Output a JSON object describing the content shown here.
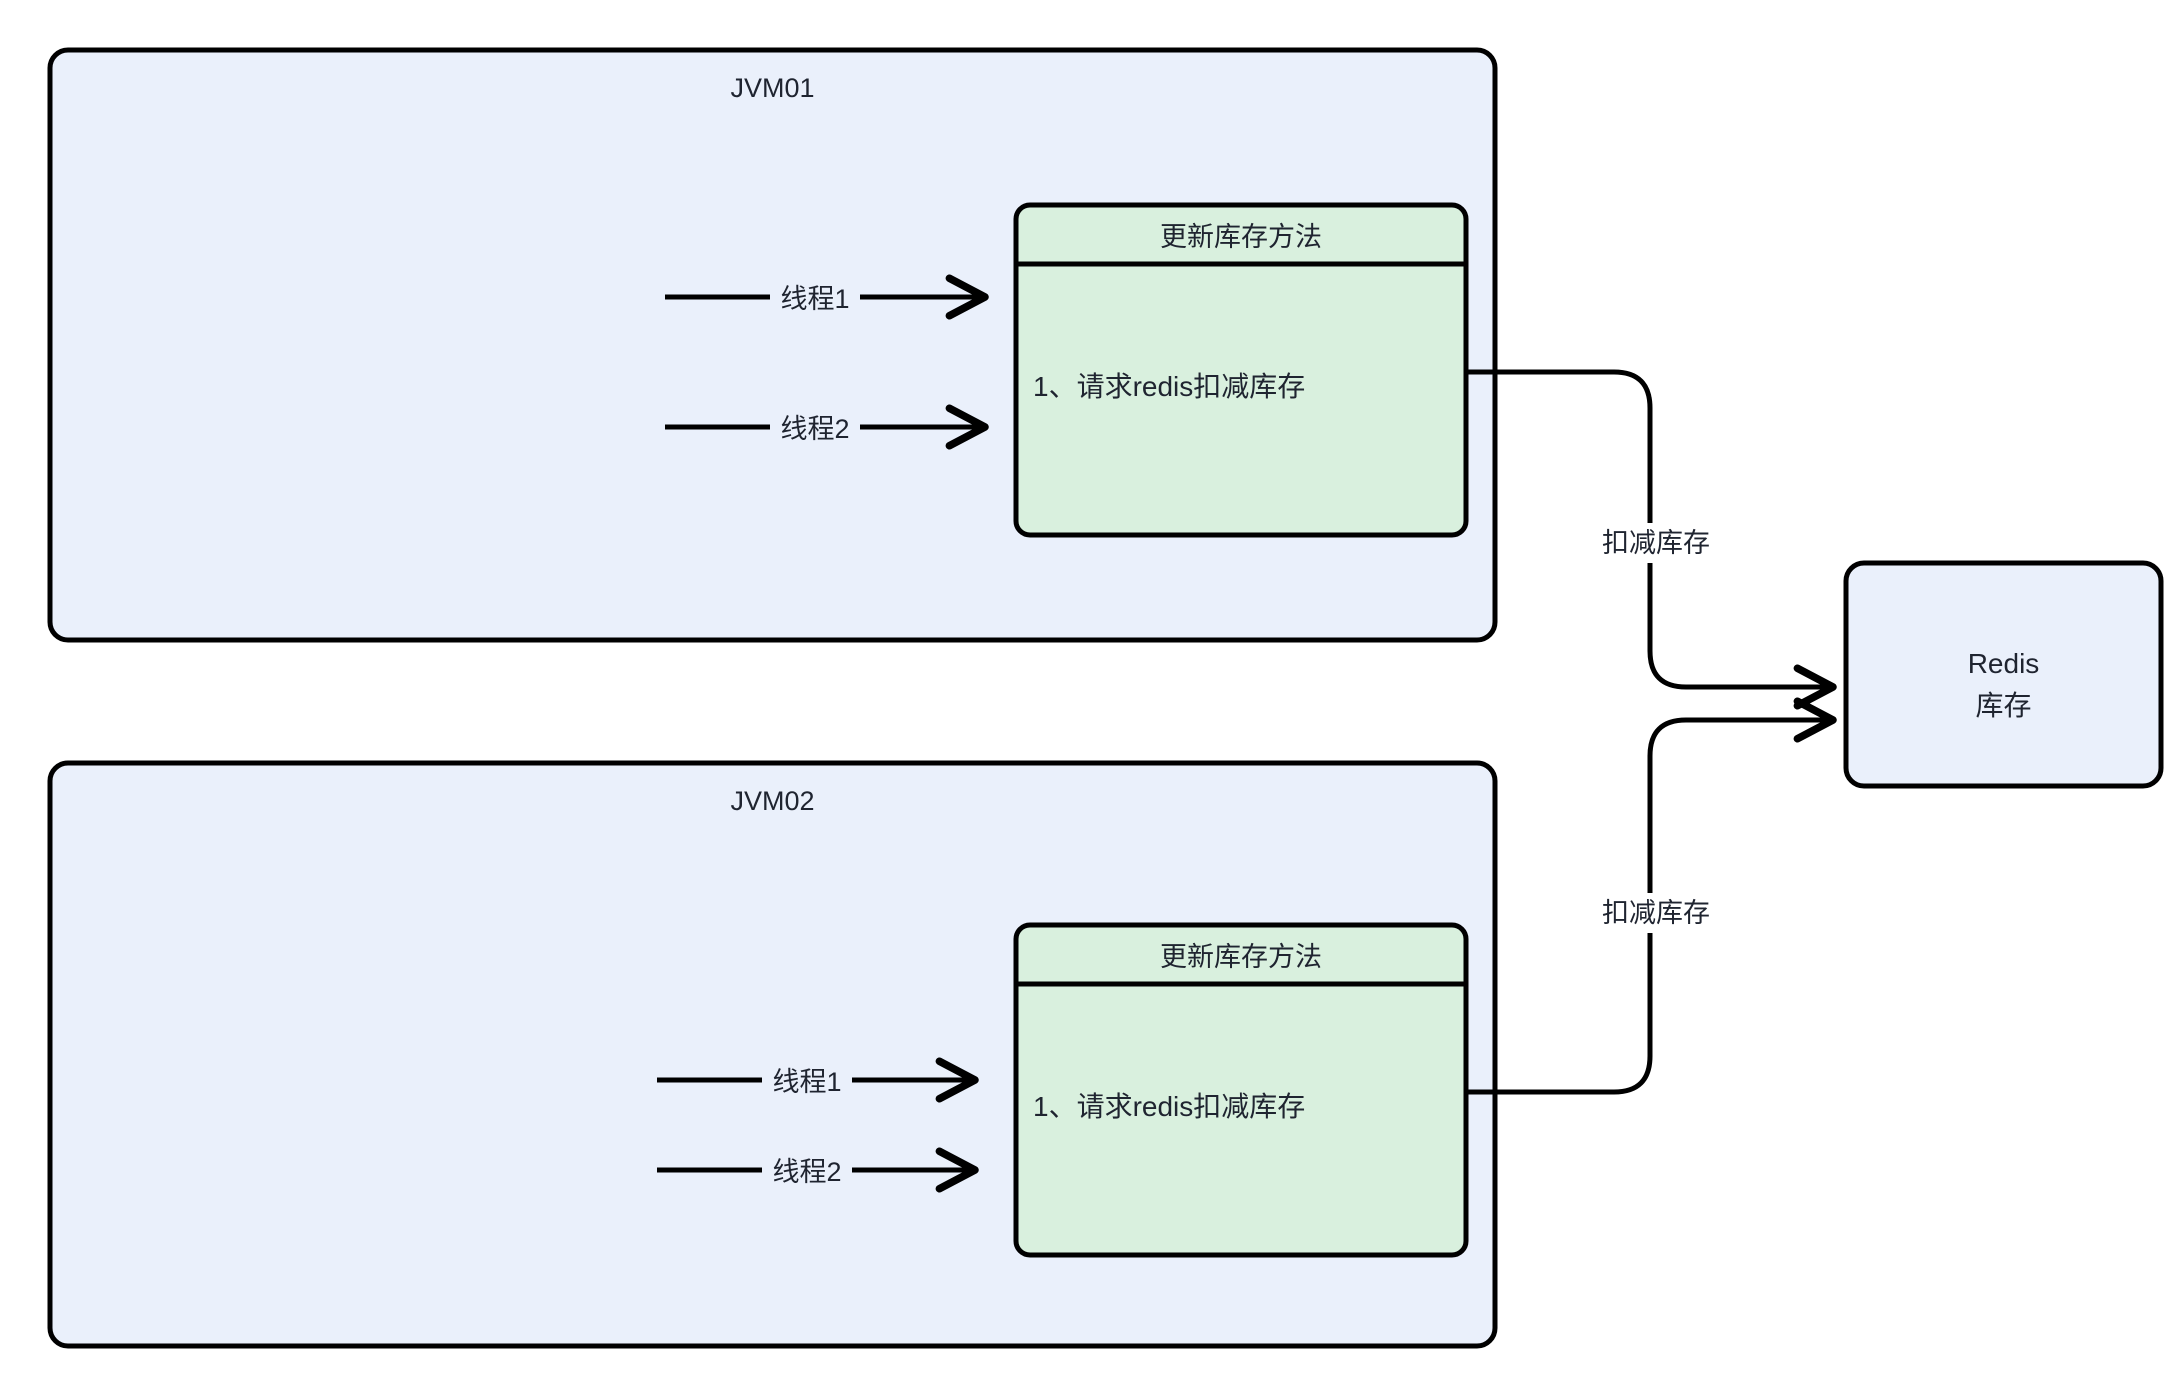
{
  "diagram": {
    "type": "architecture-flow",
    "title": "JVM redis inventory deduction concurrency diagram",
    "colors": {
      "jvm_fill": "#eaf0fb",
      "method_fill": "#d9f0de",
      "redis_fill": "#eaf0fb",
      "stroke": "#000000",
      "text": "#1f2430",
      "page_bg": "#ffffff"
    }
  },
  "jvm01": {
    "title": "JVM01",
    "threads": [
      {
        "label": "线程1"
      },
      {
        "label": "线程2"
      }
    ],
    "method": {
      "header": "更新库存方法",
      "body": "1、请求redis扣减库存"
    }
  },
  "jvm02": {
    "title": "JVM02",
    "threads": [
      {
        "label": "线程1"
      },
      {
        "label": "线程2"
      }
    ],
    "method": {
      "header": "更新库存方法",
      "body": "1、请求redis扣减库存"
    }
  },
  "redis": {
    "line1": "Redis",
    "line2": "库存"
  },
  "edges": [
    {
      "label": "扣减库存",
      "from": "jvm01-method",
      "to": "redis"
    },
    {
      "label": "扣减库存",
      "from": "jvm02-method",
      "to": "redis"
    }
  ]
}
